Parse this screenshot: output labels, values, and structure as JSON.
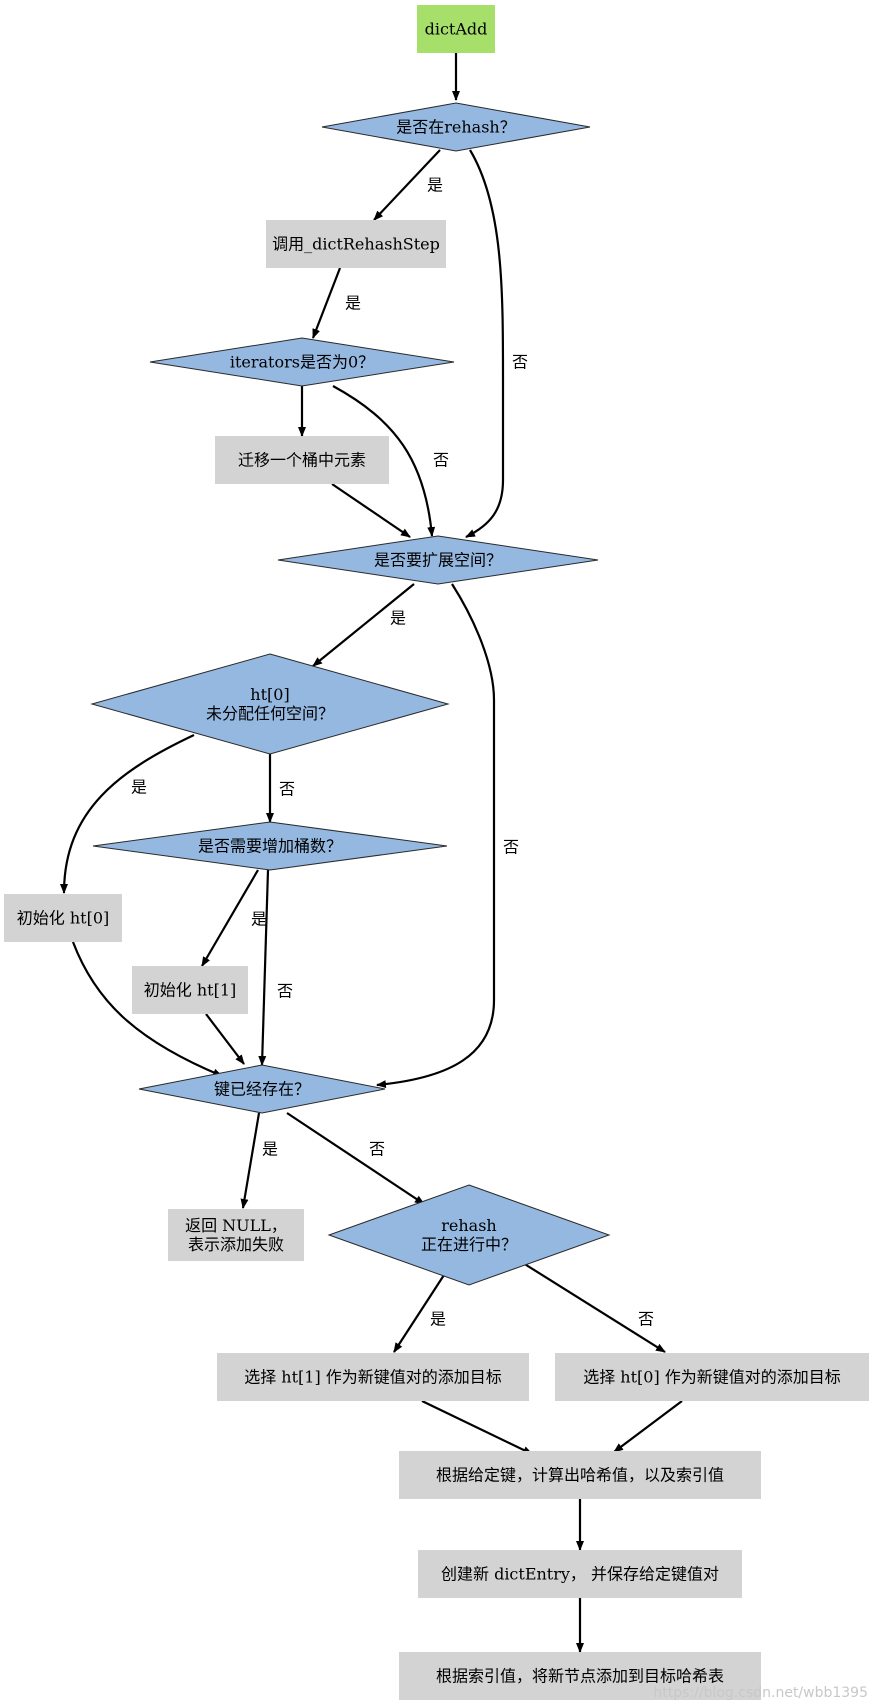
{
  "colors": {
    "start_fill": "#a6e06a",
    "decision_fill": "#94b8e0",
    "process_fill": "#d3d3d3",
    "edge": "#000000",
    "watermark": "#c8c8c8"
  },
  "nodes": {
    "dict_add": {
      "lines": [
        "dictAdd"
      ],
      "kind": "start"
    },
    "is_rehashing": {
      "lines": [
        "是否在rehash？"
      ],
      "kind": "decision"
    },
    "call_rehash_step": {
      "lines": [
        "调用_dictRehashStep"
      ],
      "kind": "process"
    },
    "iterators_zero": {
      "lines": [
        "iterators是否为0？"
      ],
      "kind": "decision"
    },
    "migrate_bucket": {
      "lines": [
        "迁移一个桶中元素"
      ],
      "kind": "process"
    },
    "need_expand": {
      "lines": [
        "是否要扩展空间？"
      ],
      "kind": "decision"
    },
    "ht0_unallocated": {
      "lines": [
        "ht[0]",
        "未分配任何空间？"
      ],
      "kind": "decision"
    },
    "need_more_buckets": {
      "lines": [
        "是否需要增加桶数？"
      ],
      "kind": "decision"
    },
    "init_ht0": {
      "lines": [
        "初始化 ht[0]"
      ],
      "kind": "process"
    },
    "init_ht1": {
      "lines": [
        "初始化 ht[1]"
      ],
      "kind": "process"
    },
    "key_exists": {
      "lines": [
        "键已经存在？"
      ],
      "kind": "decision"
    },
    "return_null": {
      "lines": [
        "返回 NULL，",
        "表示添加失败"
      ],
      "kind": "process"
    },
    "rehash_in_progress": {
      "lines": [
        "rehash",
        "正在进行中？"
      ],
      "kind": "decision"
    },
    "select_ht1": {
      "lines": [
        "选择 ht[1] 作为新键值对的添加目标"
      ],
      "kind": "process"
    },
    "select_ht0": {
      "lines": [
        "选择 ht[0] 作为新键值对的添加目标"
      ],
      "kind": "process"
    },
    "compute_hash": {
      "lines": [
        "根据给定键，计算出哈希值，以及索引值"
      ],
      "kind": "process"
    },
    "create_entry": {
      "lines": [
        "创建新 dictEntry，  并保存给定键值对"
      ],
      "kind": "process"
    },
    "add_to_table": {
      "lines": [
        "根据索引值，将新节点添加到目标哈希表"
      ],
      "kind": "process"
    }
  },
  "edges": [
    {
      "from": "dict_add",
      "to": "is_rehashing",
      "label": ""
    },
    {
      "from": "is_rehashing",
      "to": "call_rehash_step",
      "label": "是"
    },
    {
      "from": "is_rehashing",
      "to": "need_expand",
      "label": "否"
    },
    {
      "from": "call_rehash_step",
      "to": "iterators_zero",
      "label": "是"
    },
    {
      "from": "iterators_zero",
      "to": "migrate_bucket",
      "label": ""
    },
    {
      "from": "iterators_zero",
      "to": "need_expand",
      "label": "否"
    },
    {
      "from": "migrate_bucket",
      "to": "need_expand",
      "label": ""
    },
    {
      "from": "need_expand",
      "to": "ht0_unallocated",
      "label": "是"
    },
    {
      "from": "need_expand",
      "to": "key_exists",
      "label": "否"
    },
    {
      "from": "ht0_unallocated",
      "to": "init_ht0",
      "label": "是"
    },
    {
      "from": "ht0_unallocated",
      "to": "need_more_buckets",
      "label": "否"
    },
    {
      "from": "need_more_buckets",
      "to": "init_ht1",
      "label": "是"
    },
    {
      "from": "need_more_buckets",
      "to": "key_exists",
      "label": "否"
    },
    {
      "from": "init_ht0",
      "to": "key_exists",
      "label": ""
    },
    {
      "from": "init_ht1",
      "to": "key_exists",
      "label": ""
    },
    {
      "from": "key_exists",
      "to": "return_null",
      "label": "是"
    },
    {
      "from": "key_exists",
      "to": "rehash_in_progress",
      "label": "否"
    },
    {
      "from": "rehash_in_progress",
      "to": "select_ht1",
      "label": "是"
    },
    {
      "from": "rehash_in_progress",
      "to": "select_ht0",
      "label": "否"
    },
    {
      "from": "select_ht1",
      "to": "compute_hash",
      "label": ""
    },
    {
      "from": "select_ht0",
      "to": "compute_hash",
      "label": ""
    },
    {
      "from": "compute_hash",
      "to": "create_entry",
      "label": ""
    },
    {
      "from": "create_entry",
      "to": "add_to_table",
      "label": ""
    }
  ],
  "watermark": "https://blog.csdn.net/wbb1395"
}
